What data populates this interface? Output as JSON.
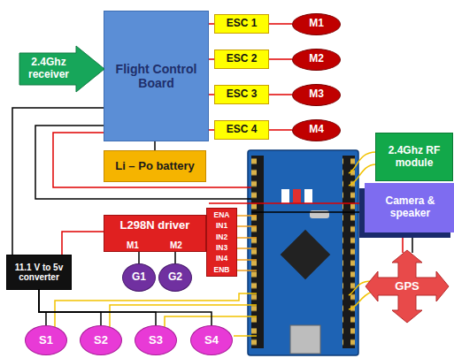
{
  "diagram": {
    "nodes": [
      {
        "text": [
          "Flight Control Board"
        ]
      },
      {
        "text": [
          "2.4Ghz receiver"
        ]
      },
      {
        "text": [
          "ESC 1"
        ]
      },
      {
        "text": [
          "M1"
        ]
      },
      {
        "text": [
          "ESC 2"
        ]
      },
      {
        "text": [
          "M2"
        ]
      },
      {
        "text": [
          "ESC 3"
        ]
      },
      {
        "text": [
          "M3"
        ]
      },
      {
        "text": [
          "ESC 4"
        ]
      },
      {
        "text": [
          "M4"
        ]
      },
      {
        "text": [
          "Li – Po battery"
        ]
      },
      {
        "text": [
          "2.4Ghz RF module"
        ]
      },
      {
        "text": [
          "Camera & speaker"
        ]
      },
      {
        "text": [
          "L298N driver",
          "M1",
          "M2"
        ]
      },
      {
        "text": [
          "ENA",
          "IN1",
          "IN2",
          "IN3",
          "IN4",
          "ENB"
        ]
      },
      {
        "text": [
          "G1"
        ]
      },
      {
        "text": [
          "G2"
        ]
      },
      {
        "text": [
          "11.1 V to 5v converter"
        ]
      },
      {
        "text": [
          "GPS"
        ]
      },
      {
        "text": [
          "S1"
        ]
      },
      {
        "text": [
          "S2"
        ]
      },
      {
        "text": [
          "S3"
        ]
      },
      {
        "text": [
          "S4"
        ]
      }
    ],
    "edges": [
      {
        "from": 0,
        "to": 2,
        "arrow": "none"
      },
      {
        "from": 0,
        "to": 4,
        "arrow": "none"
      },
      {
        "from": 0,
        "to": 6,
        "arrow": "none"
      },
      {
        "from": 0,
        "to": 8,
        "arrow": "none"
      },
      {
        "from": 2,
        "to": 3,
        "arrow": "none"
      },
      {
        "from": 4,
        "to": 5,
        "arrow": "none"
      },
      {
        "from": 6,
        "to": 7,
        "arrow": "none"
      },
      {
        "from": 8,
        "to": 9,
        "arrow": "none"
      },
      {
        "from": 10,
        "to": 0,
        "arrow": "none"
      },
      {
        "from": 13,
        "to": 15,
        "arrow": "none"
      },
      {
        "from": 13,
        "to": 16,
        "arrow": "none"
      },
      {
        "from": 17,
        "to": 19,
        "arrow": "none"
      },
      {
        "from": 17,
        "to": 20,
        "arrow": "none"
      },
      {
        "from": 17,
        "to": 21,
        "arrow": "none"
      },
      {
        "from": 17,
        "to": 22,
        "arrow": "none"
      }
    ]
  }
}
